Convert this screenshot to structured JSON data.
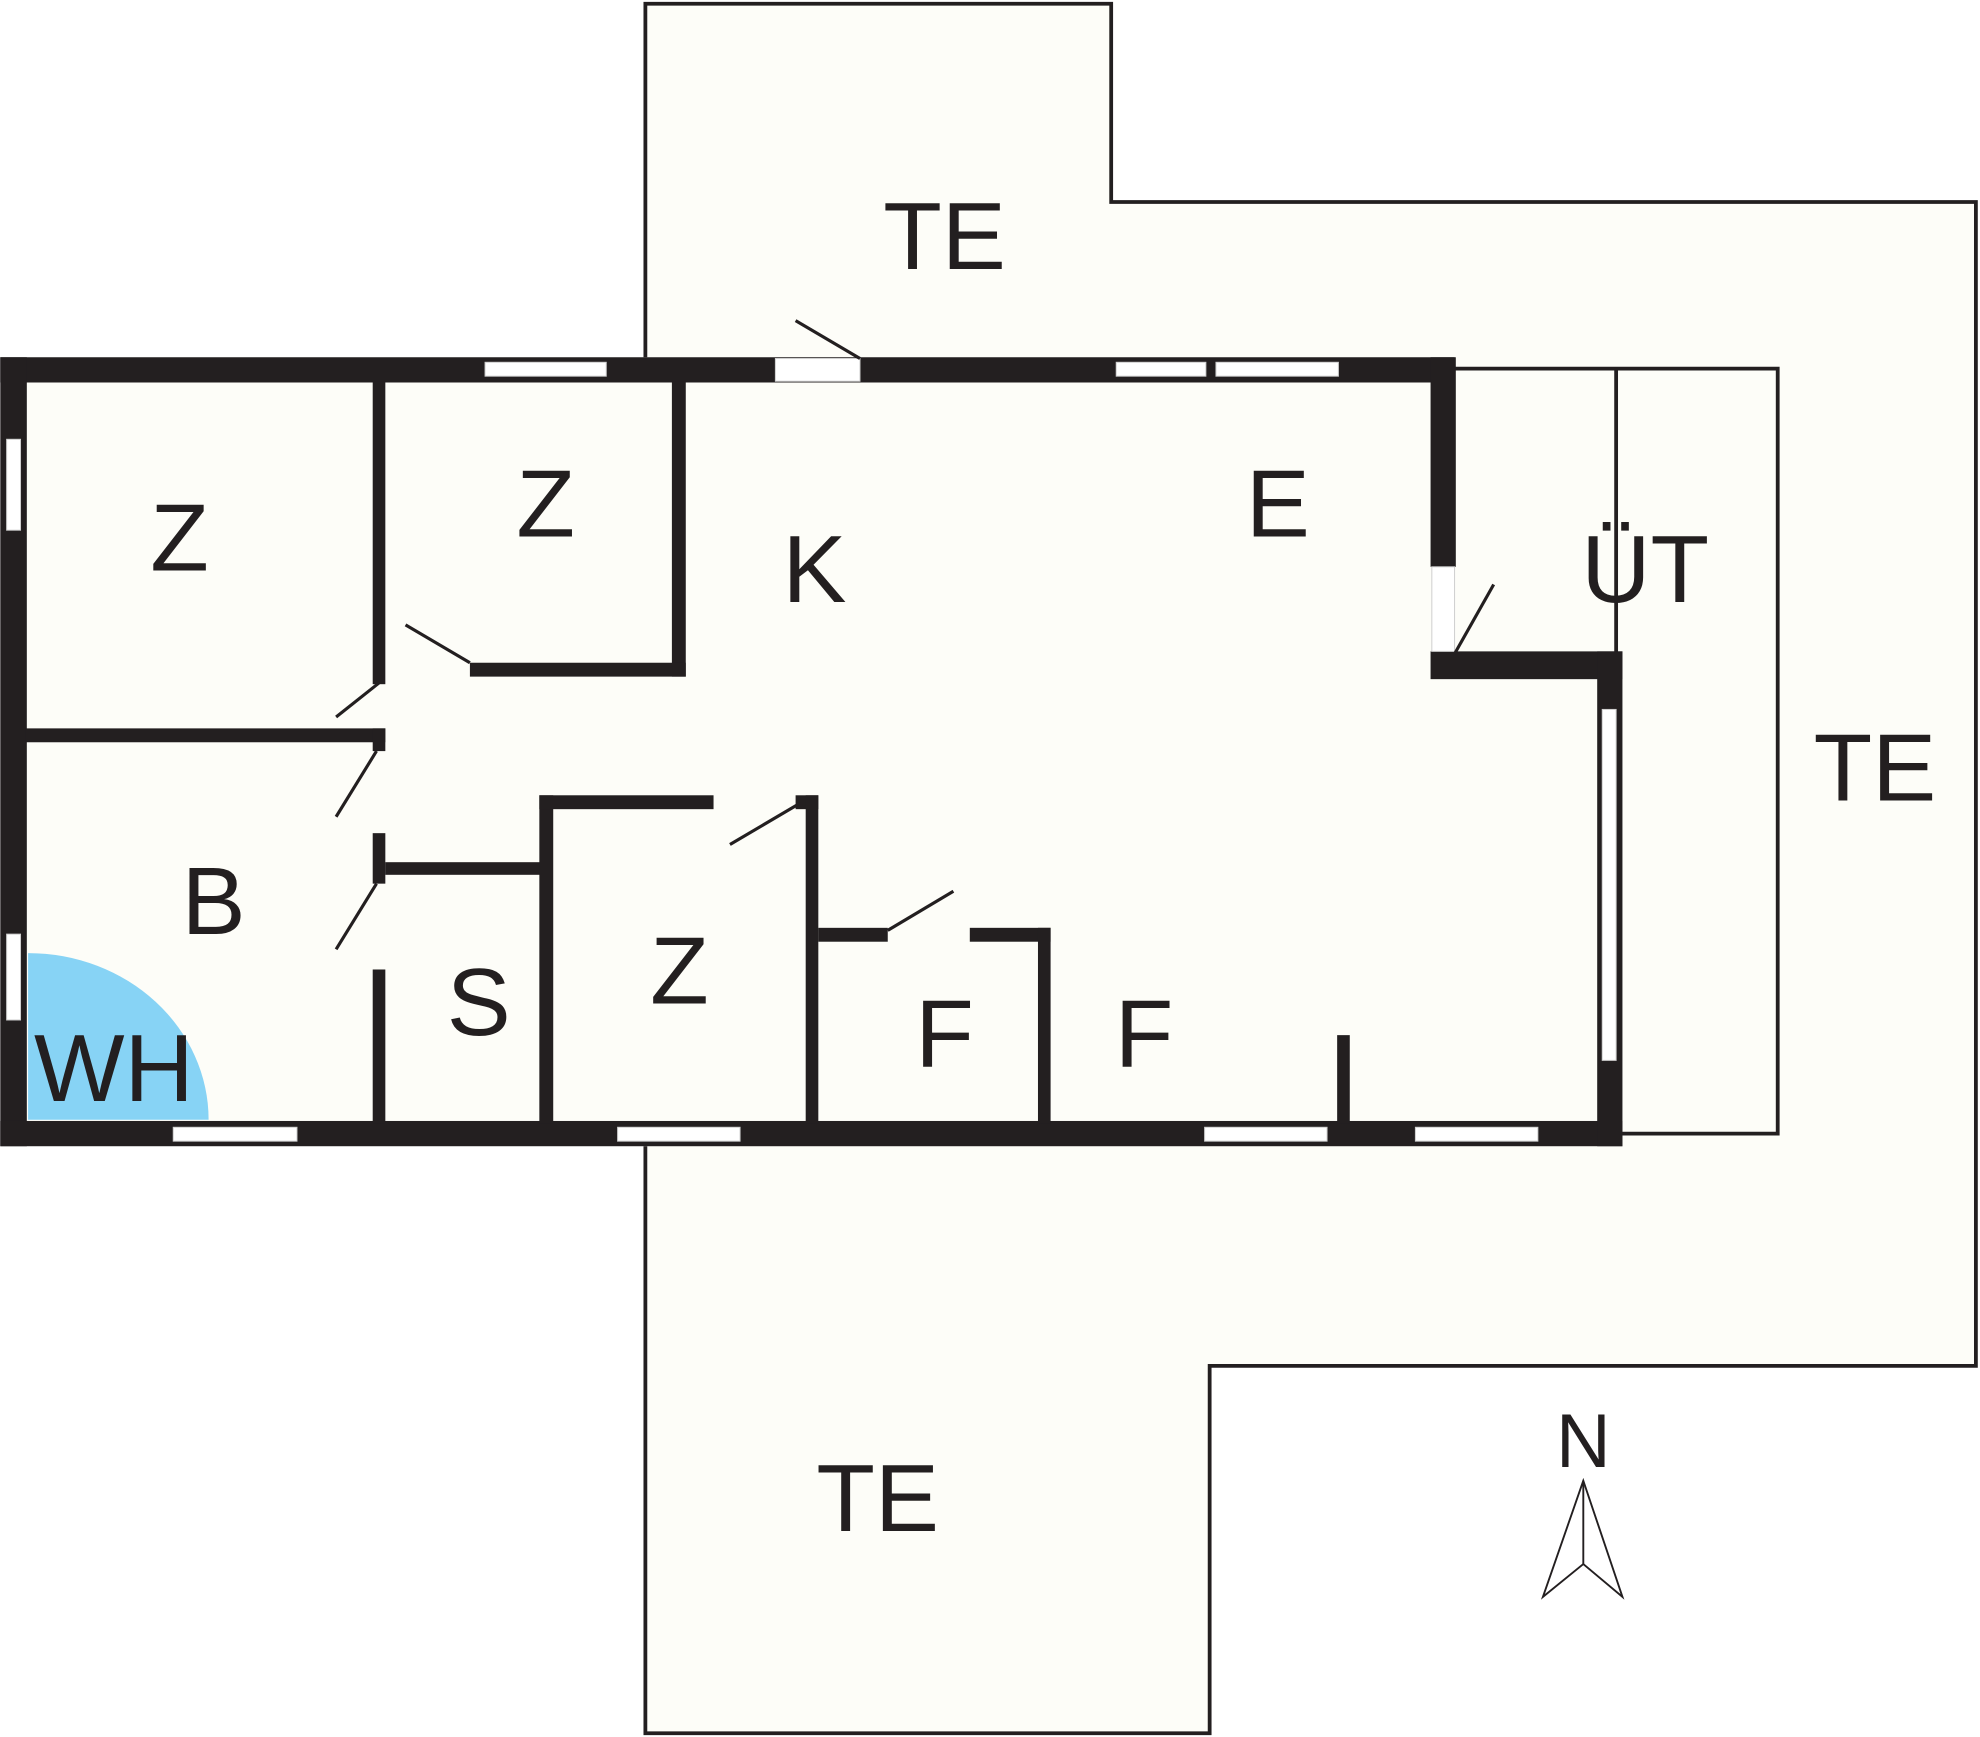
{
  "plan": {
    "rooms": [
      {
        "id": "z1",
        "label": "Z"
      },
      {
        "id": "z2",
        "label": "Z"
      },
      {
        "id": "k",
        "label": "K"
      },
      {
        "id": "e",
        "label": "E"
      },
      {
        "id": "ut",
        "label": "ÜT"
      },
      {
        "id": "b",
        "label": "B"
      },
      {
        "id": "wh",
        "label": "WH"
      },
      {
        "id": "s",
        "label": "S"
      },
      {
        "id": "z3",
        "label": "Z"
      },
      {
        "id": "f1",
        "label": "F"
      },
      {
        "id": "f2",
        "label": "F"
      },
      {
        "id": "te-north",
        "label": "TE"
      },
      {
        "id": "te-east",
        "label": "TE"
      },
      {
        "id": "te-south",
        "label": "TE"
      }
    ],
    "compass": {
      "label": "N"
    },
    "colors": {
      "wall": "#231f20",
      "floor": "#fdfdf8",
      "whirlpool": "#87d3f5"
    }
  }
}
